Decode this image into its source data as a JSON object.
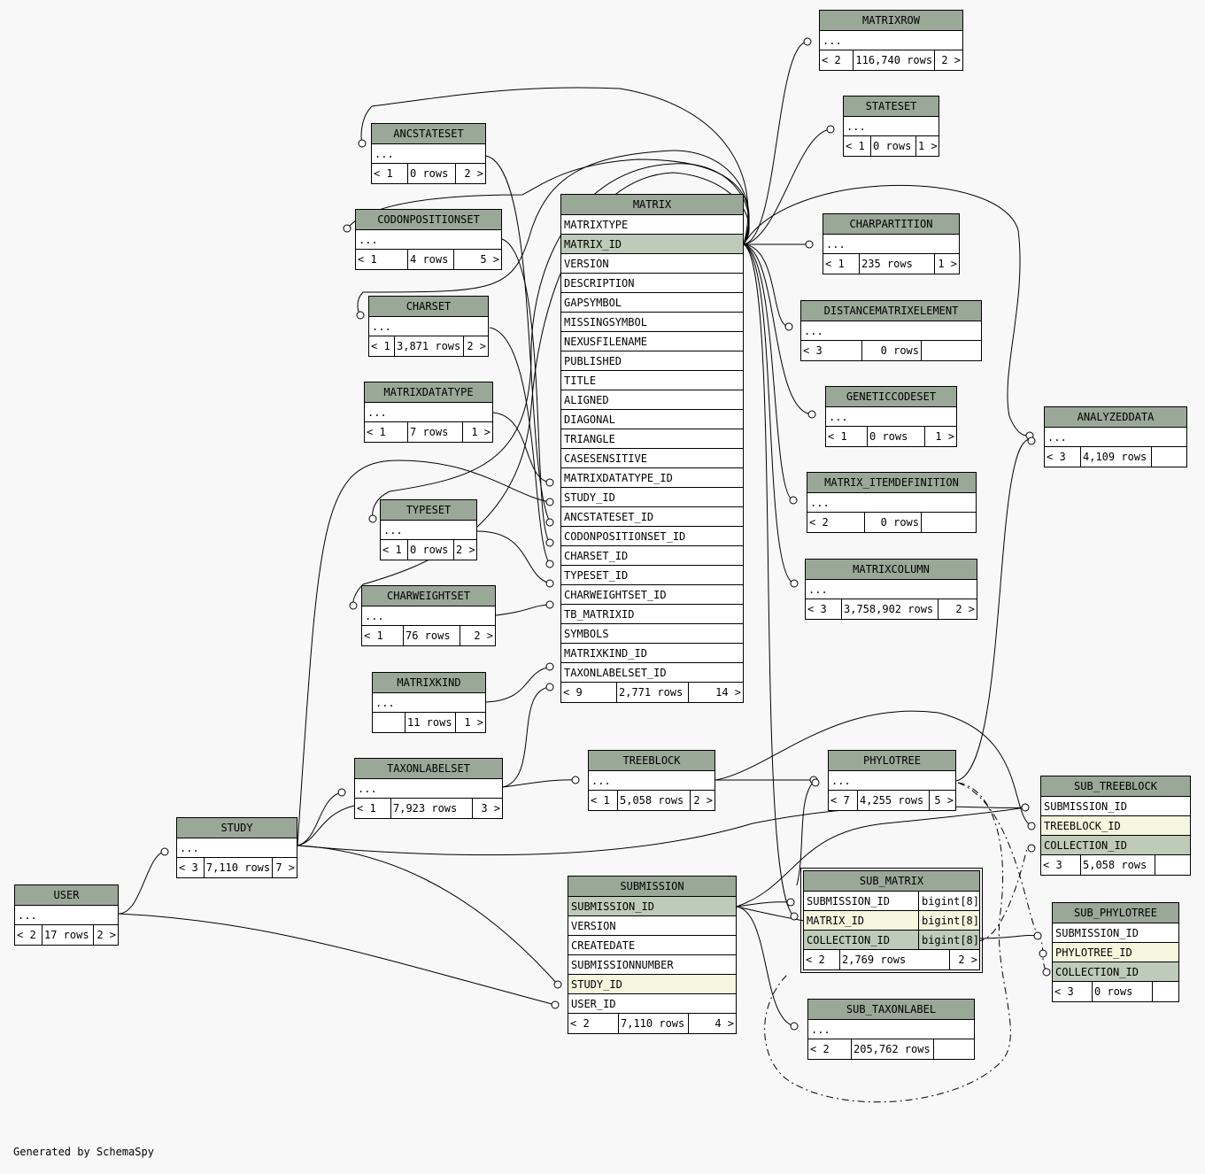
{
  "footer": "Generated by SchemaSpy",
  "tables": {
    "matrixrow": {
      "name": "MATRIXROW",
      "row": "...",
      "left": "< 2",
      "rows": "116,740 rows",
      "right": "2 >"
    },
    "stateset": {
      "name": "STATESET",
      "row": "...",
      "left": "< 1",
      "rows": "0 rows",
      "right": "1 >"
    },
    "ancstateset": {
      "name": "ANCSTATESET",
      "row": "...",
      "left": "< 1",
      "rows": "0 rows",
      "right": "2 >"
    },
    "codonpositionset": {
      "name": "CODONPOSITIONSET",
      "row": "...",
      "left": "< 1",
      "rows": "4 rows",
      "right": "5 >"
    },
    "charset": {
      "name": "CHARSET",
      "row": "...",
      "left": "< 1",
      "rows": "3,871 rows",
      "right": "2 >"
    },
    "matrixdatatype": {
      "name": "MATRIXDATATYPE",
      "row": "...",
      "left": "< 1",
      "rows": "7 rows",
      "right": "1 >"
    },
    "typeset": {
      "name": "TYPESET",
      "row": "...",
      "left": "< 1",
      "rows": "0 rows",
      "right": "2 >"
    },
    "charweightset": {
      "name": "CHARWEIGHTSET",
      "row": "...",
      "left": "< 1",
      "rows": "76 rows",
      "right": "2 >"
    },
    "matrixkind": {
      "name": "MATRIXKIND",
      "row": "...",
      "left": "",
      "rows": "11 rows",
      "right": "1 >"
    },
    "taxonlabelset": {
      "name": "TAXONLABELSET",
      "row": "...",
      "left": "< 1",
      "rows": "7,923 rows",
      "right": "3 >"
    },
    "study": {
      "name": "STUDY",
      "row": "...",
      "left": "< 3",
      "rows": "7,110 rows",
      "right": "7 >"
    },
    "user": {
      "name": "USER",
      "row": "...",
      "left": "< 2",
      "rows": "17 rows",
      "right": "2 >"
    },
    "charpartition": {
      "name": "CHARPARTITION",
      "row": "...",
      "left": "< 1",
      "rows": "235 rows",
      "right": "1 >"
    },
    "distancematrixelement": {
      "name": "DISTANCEMATRIXELEMENT",
      "row": "...",
      "left": "< 3",
      "rows": "0 rows",
      "right": ""
    },
    "geneticcodeset": {
      "name": "GENETICCODESET",
      "row": "...",
      "left": "< 1",
      "rows": "0 rows",
      "right": "1 >"
    },
    "matrix_itemdefinition": {
      "name": "MATRIX_ITEMDEFINITION",
      "row": "...",
      "left": "< 2",
      "rows": "0 rows",
      "right": ""
    },
    "matrixcolumn": {
      "name": "MATRIXCOLUMN",
      "row": "...",
      "left": "< 3",
      "rows": "3,758,902 rows",
      "right": "2 >"
    },
    "analyzeddata": {
      "name": "ANALYZEDDATA",
      "row": "...",
      "left": "< 3",
      "rows": "4,109 rows",
      "right": ""
    },
    "treeblock": {
      "name": "TREEBLOCK",
      "row": "...",
      "left": "< 1",
      "rows": "5,058 rows",
      "right": "2 >"
    },
    "phylotree": {
      "name": "PHYLOTREE",
      "row": "...",
      "left": "< 7",
      "rows": "4,255 rows",
      "right": "5 >"
    },
    "sub_taxonlabel": {
      "name": "SUB_TAXONLABEL",
      "row": "...",
      "left": "< 2",
      "rows": "205,762 rows",
      "right": ""
    }
  },
  "matrix": {
    "name": "MATRIX",
    "columns": [
      "MATRIXTYPE",
      "MATRIX_ID",
      "VERSION",
      "DESCRIPTION",
      "GAPSYMBOL",
      "MISSINGSYMBOL",
      "NEXUSFILENAME",
      "PUBLISHED",
      "TITLE",
      "ALIGNED",
      "DIAGONAL",
      "TRIANGLE",
      "CASESENSITIVE",
      "MATRIXDATATYPE_ID",
      "STUDY_ID",
      "ANCSTATESET_ID",
      "CODONPOSITIONSET_ID",
      "CHARSET_ID",
      "TYPESET_ID",
      "CHARWEIGHTSET_ID",
      "TB_MATRIXID",
      "SYMBOLS",
      "MATRIXKIND_ID",
      "TAXONLABELSET_ID"
    ],
    "left": "< 9",
    "rows": "2,771 rows",
    "right": "14 >"
  },
  "submission": {
    "name": "SUBMISSION",
    "columns": [
      "SUBMISSION_ID",
      "VERSION",
      "CREATEDATE",
      "SUBMISSIONNUMBER",
      "STUDY_ID",
      "USER_ID"
    ],
    "left": "< 2",
    "rows": "7,110 rows",
    "right": "4 >"
  },
  "sub_treeblock": {
    "name": "SUB_TREEBLOCK",
    "columns": [
      "SUBMISSION_ID",
      "TREEBLOCK_ID",
      "COLLECTION_ID"
    ],
    "left": "< 3",
    "rows": "5,058 rows",
    "right": ""
  },
  "sub_phylotree": {
    "name": "SUB_PHYLOTREE",
    "columns": [
      "SUBMISSION_ID",
      "PHYLOTREE_ID",
      "COLLECTION_ID"
    ],
    "left": "< 3",
    "rows": "0 rows",
    "right": ""
  },
  "sub_matrix": {
    "name": "SUB_MATRIX",
    "columns": [
      {
        "name": "SUBMISSION_ID",
        "type": "bigint[8]"
      },
      {
        "name": "MATRIX_ID",
        "type": "bigint[8]"
      },
      {
        "name": "COLLECTION_ID",
        "type": "bigint[8]"
      }
    ],
    "left": "< 2",
    "rows": "2,769 rows",
    "right": "2 >"
  }
}
